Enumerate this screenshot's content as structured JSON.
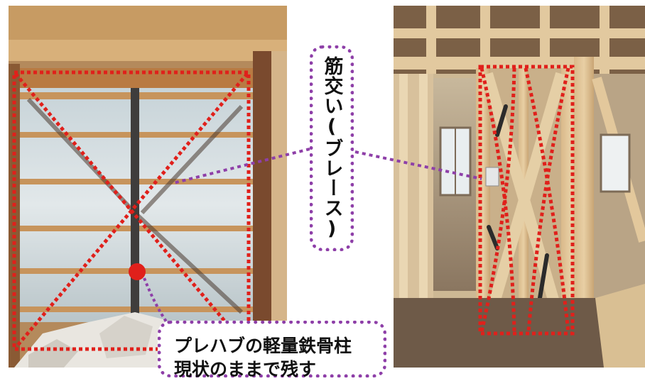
{
  "labels": {
    "brace": "筋交い(ブレース)",
    "steel_post_line1": "プレハブの軽量鉄骨柱",
    "steel_post_line2": "現状のままで残す"
  },
  "colors": {
    "marker_red": "#e0201b",
    "callout_purple": "#8e3fa8"
  }
}
